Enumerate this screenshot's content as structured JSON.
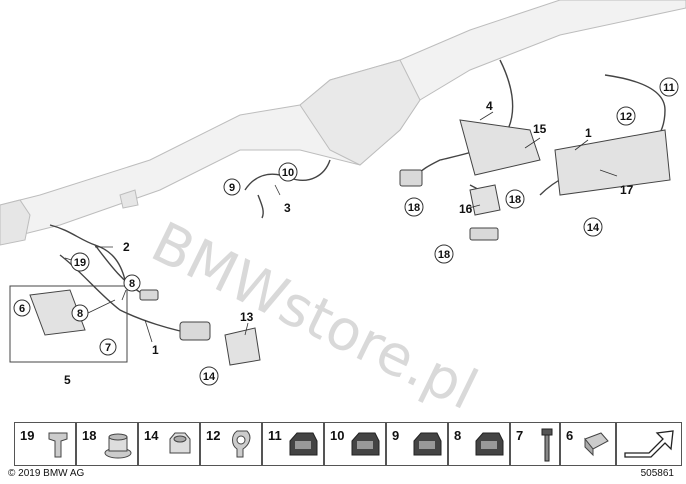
{
  "diagram": {
    "callouts": {
      "c1a": "1",
      "c1b": "1",
      "c2": "2",
      "c3": "3",
      "c4": "4",
      "c5": "5",
      "c6": "6",
      "c7": "7",
      "c8a": "8",
      "c8b": "8",
      "c9": "9",
      "c10": "10",
      "c11": "11",
      "c12": "12",
      "c13": "13",
      "c14a": "14",
      "c14b": "14",
      "c15": "15",
      "c16": "16",
      "c17": "17",
      "c18a": "18",
      "c18b": "18",
      "c18c": "18",
      "c19": "19"
    },
    "watermark": "BMWstore.pl"
  },
  "parts_bar": {
    "cells": [
      {
        "num": "19",
        "icon": "clamp-bracket-icon"
      },
      {
        "num": "18",
        "icon": "hex-nut-flange-icon"
      },
      {
        "num": "14",
        "icon": "hex-nut-icon"
      },
      {
        "num": "12",
        "icon": "cable-clip-icon"
      },
      {
        "num": "11",
        "icon": "cable-holder-icon"
      },
      {
        "num": "10",
        "icon": "cable-holder-icon"
      },
      {
        "num": "9",
        "icon": "cable-holder-icon"
      },
      {
        "num": "8",
        "icon": "cable-holder-icon"
      },
      {
        "num": "7",
        "icon": "bolt-icon"
      },
      {
        "num": "6",
        "icon": "rubber-sleeve-icon"
      },
      {
        "num": "",
        "icon": "arrow-icon"
      }
    ]
  },
  "footer": {
    "copyright": "© 2019 BMW AG",
    "diagram_id": "505861"
  }
}
